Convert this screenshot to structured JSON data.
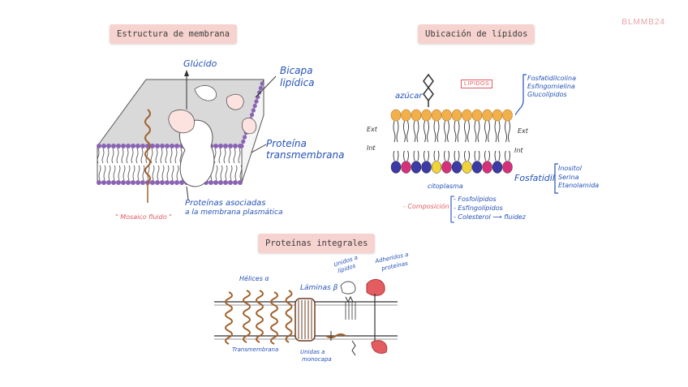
{
  "brand": "BLMMB24",
  "sections": {
    "membrane": "Estructura de membrana",
    "lipids": "Ubicación de lípidos",
    "integral": "Proteínas integrales"
  },
  "membrane_diagram": {
    "glucido": "Glúcido",
    "bicapa_1": "Bicapa",
    "bicapa_2": "lipídica",
    "proteina_1": "Proteína",
    "proteina_2": "transmembrana",
    "asociadas_1": "Proteínas asociadas",
    "asociadas_2": "a la membrana plasmática",
    "mosaico": "\" Mosaico fluido \""
  },
  "lipid_diagram": {
    "azucar": "azúcar",
    "lipidos_tag": "LIPIDOS",
    "ext_left": "Ext",
    "int_left": "Int",
    "ext_right": "Ext",
    "int_right": "Int",
    "outer_list": [
      "Fosfatidilcolina",
      "Esfingomielina",
      "Glucolípidos"
    ],
    "fosfatidil": "Fosfatidil",
    "inner_list": [
      "Inositol",
      "Serina",
      "Etanolamida"
    ],
    "citoplasma": "citoplasma",
    "composicion": "- Composición",
    "composition_list": [
      "- Fosfolípidos",
      "- Esfingolípidos",
      "- Colesterol ⟶ fluidez"
    ]
  },
  "integral_diagram": {
    "helices": "Hélices α",
    "laminas": "Láminas β",
    "unidos_lipidos_1": "Unidos a",
    "unidos_lipidos_2": "lípidos",
    "adheridos_1": "Adheridos a",
    "adheridos_2": "proteínas",
    "transmembrana": "Transmembrana",
    "unidos_mono_1": "Unidas a",
    "unidos_mono_2": "monocapa"
  },
  "colors": {
    "head_orange": "#f2b04c",
    "head_purple": "#8a63b4",
    "ink_blue": "#2552b8",
    "accent_red": "#e25c60",
    "label_bg": "#f6d3cf"
  },
  "inner_head_colors": [
    "#3b3aa6",
    "#d6307a",
    "#3b3aa6",
    "#3b3aa6",
    "#f0d43a",
    "#d6307a",
    "#3b3aa6",
    "#f0d43a",
    "#3b3aa6",
    "#d6307a",
    "#3b3aa6",
    "#d6307a"
  ]
}
